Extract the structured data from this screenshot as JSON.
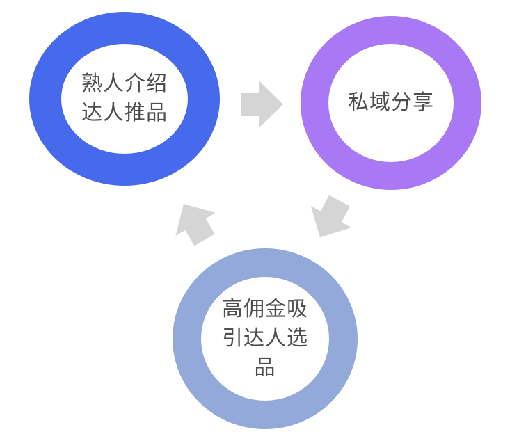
{
  "diagram": {
    "background_color": "#ffffff",
    "text_color": "#4d4d4d",
    "arrow_color": "#d5d5d5",
    "nodes": [
      {
        "id": "referral",
        "label": "熟人介绍达人推品",
        "lines": [
          "熟人介绍",
          "达人推品"
        ],
        "ring_color": "#4769eb"
      },
      {
        "id": "private-domain-share",
        "label": "私域分享",
        "lines": [
          "私域分享"
        ],
        "ring_color": "#a978f4"
      },
      {
        "id": "high-commission-selection",
        "label": "高佣金吸引达人选品",
        "lines": [
          "高佣金吸",
          "引达人选",
          "品"
        ],
        "ring_color": "#92a9d9"
      }
    ],
    "arrows": [
      {
        "id": "referral-to-private",
        "direction": "right"
      },
      {
        "id": "private-to-commission",
        "direction": "down-left"
      },
      {
        "id": "commission-to-referral",
        "direction": "up-left"
      }
    ]
  }
}
